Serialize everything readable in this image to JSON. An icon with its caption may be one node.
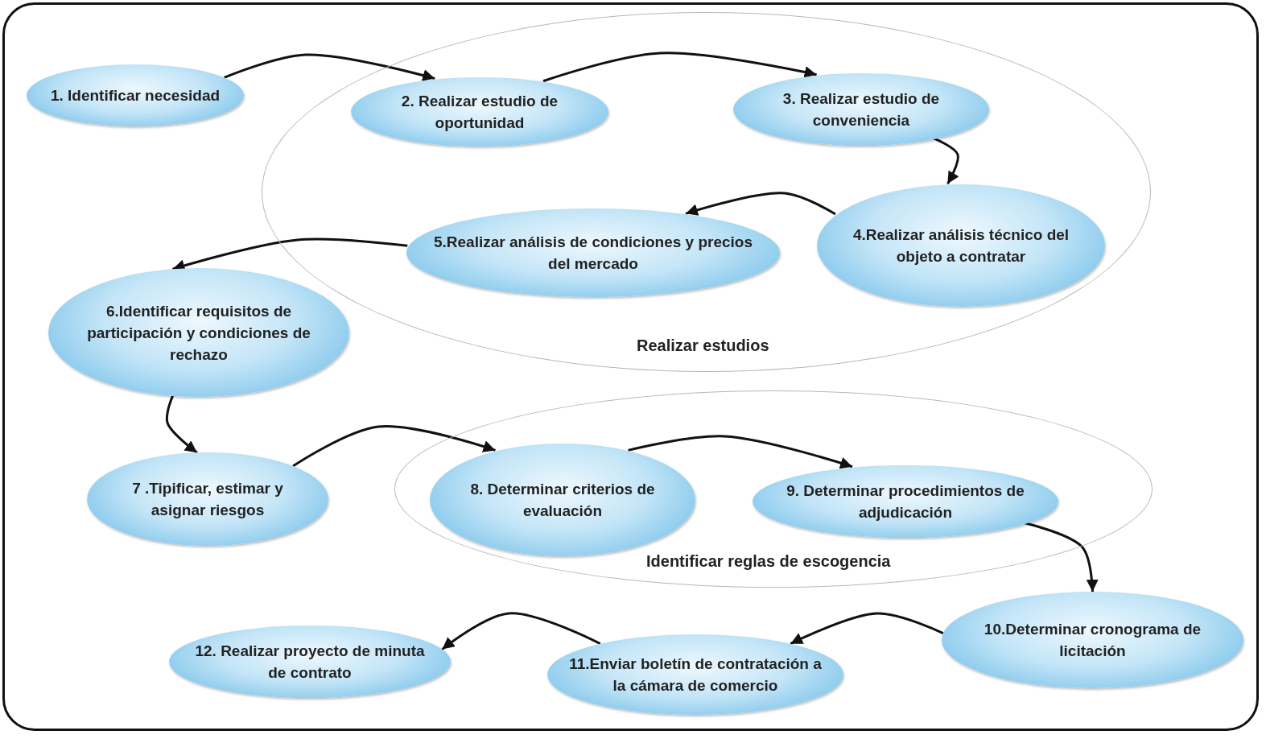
{
  "diagram": {
    "nodes": [
      {
        "text": [
          "1. Identificar necesidad"
        ]
      },
      {
        "text": [
          "Realizar estudios"
        ]
      },
      {
        "text": [
          "2. Realizar estudio de oportunidad"
        ],
        "in": 1
      },
      {
        "text": [
          "3. Realizar estudio de conveniencia"
        ],
        "in": 1
      },
      {
        "text": [
          "4.Realizar análisis técnico del objeto a contratar"
        ],
        "in": 1
      },
      {
        "text": [
          "5.Realizar análisis de condiciones y precios del mercado"
        ],
        "in": 1
      },
      {
        "text": [
          "6.Identificar requisitos de participación y condiciones de rechazo"
        ]
      },
      {
        "text": [
          "7 .Tipificar, estimar y asignar riesgos"
        ]
      },
      {
        "text": [
          "Identificar reglas de escogencia"
        ]
      },
      {
        "text": [
          "8. Determinar criterios de evaluación"
        ],
        "in": 8
      },
      {
        "text": [
          "9. Determinar procedimientos de adjudicación"
        ],
        "in": 8
      },
      {
        "text": [
          "10.Determinar cronograma de licitación"
        ]
      },
      {
        "text": [
          "11.Enviar boletín de contratación a la cámara de comercio"
        ]
      },
      {
        "text": [
          "12. Realizar proyecto de minuta de contrato"
        ]
      }
    ],
    "edges": [
      {
        "from": 0,
        "to": 2,
        "arrow": "to"
      },
      {
        "from": 2,
        "to": 3,
        "arrow": "to"
      },
      {
        "from": 3,
        "to": 4,
        "arrow": "to"
      },
      {
        "from": 4,
        "to": 5,
        "arrow": "to"
      },
      {
        "from": 5,
        "to": 6,
        "arrow": "to"
      },
      {
        "from": 6,
        "to": 7,
        "arrow": "to"
      },
      {
        "from": 7,
        "to": 9,
        "arrow": "to"
      },
      {
        "from": 9,
        "to": 10,
        "arrow": "to"
      },
      {
        "from": 10,
        "to": 11,
        "arrow": "to"
      },
      {
        "from": 11,
        "to": 12,
        "arrow": "to"
      },
      {
        "from": 12,
        "to": 13,
        "arrow": "to"
      }
    ]
  }
}
